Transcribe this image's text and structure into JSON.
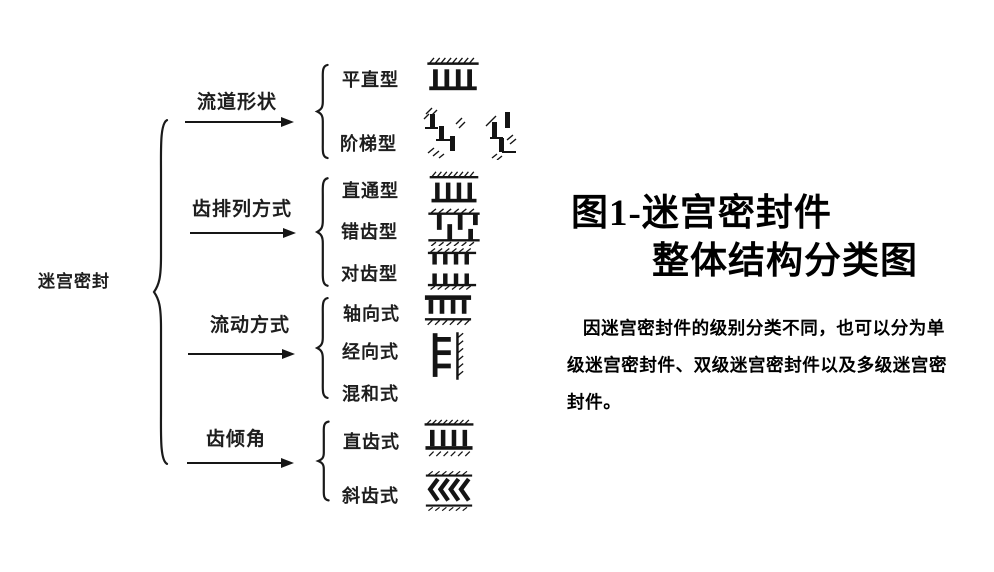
{
  "root_label": "迷宫密封",
  "groups": [
    {
      "category": "流道形状",
      "items": [
        {
          "label": "平直型",
          "icon": "straight-channel-seal-icon"
        },
        {
          "label": "阶梯型",
          "icon": "stepped-channel-seal-icon"
        }
      ]
    },
    {
      "category": "齿排列方式",
      "items": [
        {
          "label": "直通型",
          "icon": "through-teeth-seal-icon"
        },
        {
          "label": "错齿型",
          "icon": "staggered-teeth-seal-icon"
        },
        {
          "label": "对齿型",
          "icon": "opposed-teeth-seal-icon"
        }
      ]
    },
    {
      "category": "流动方式",
      "items": [
        {
          "label": "轴向式",
          "icon": "axial-flow-seal-icon"
        },
        {
          "label": "经向式",
          "icon": "radial-flow-seal-icon"
        },
        {
          "label": "混和式",
          "icon": ""
        }
      ]
    },
    {
      "category": "齿倾角",
      "items": [
        {
          "label": "直齿式",
          "icon": "straight-tooth-seal-icon"
        },
        {
          "label": "斜齿式",
          "icon": "inclined-tooth-seal-icon"
        }
      ]
    }
  ],
  "panel": {
    "title_line1": "图1-迷宫密封件",
    "title_line2": "整体结构分类图",
    "body_lines": [
      "因迷宫密封件的级别分类不同，也可以分为单",
      "级迷宫密封件、双级迷宫密封件以及多级迷宫密",
      "封件。"
    ]
  },
  "colors": {
    "ink": "#141414",
    "background": "#ffffff"
  }
}
